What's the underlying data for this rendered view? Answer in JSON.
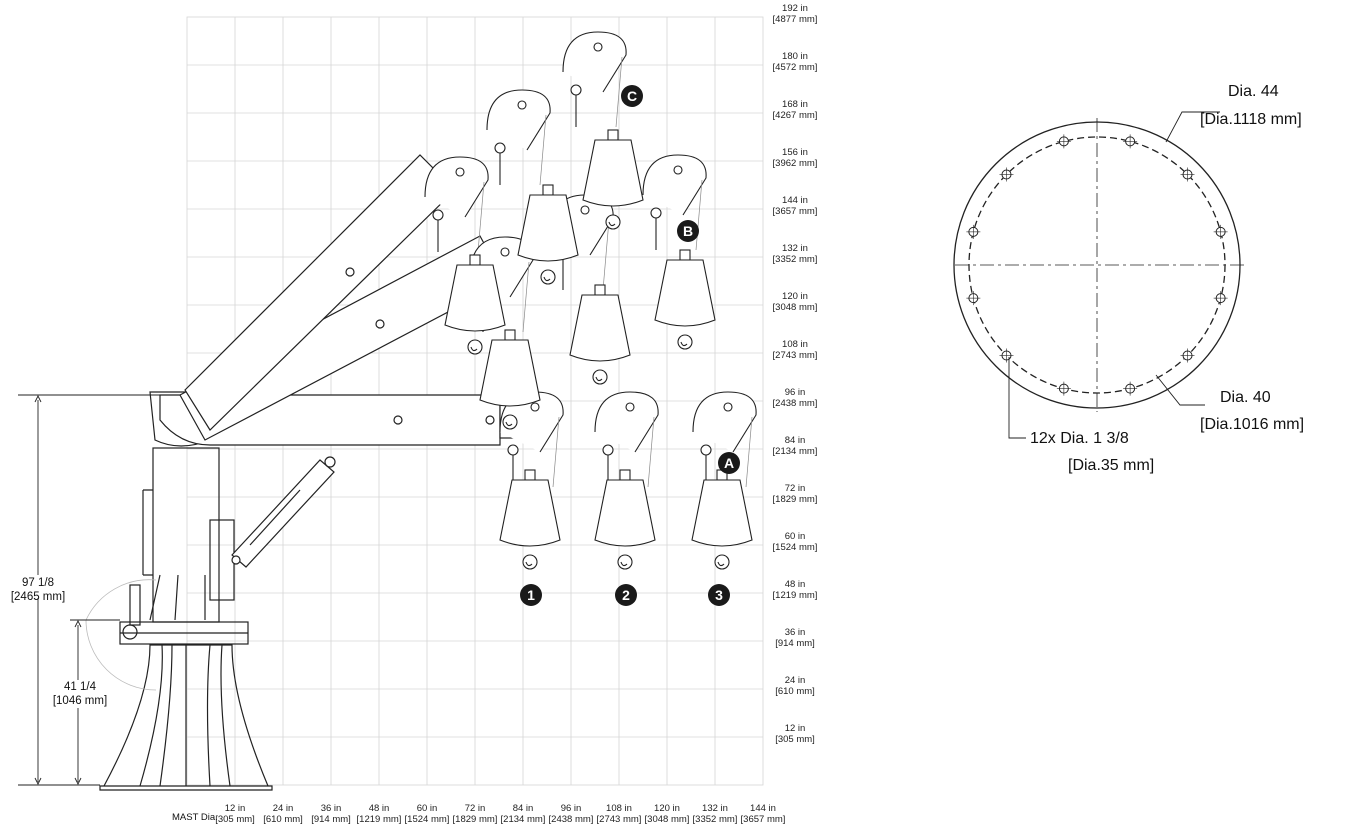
{
  "y_axis": {
    "ticks": [
      {
        "in": "192 in",
        "mm": "[4877 mm]"
      },
      {
        "in": "180 in",
        "mm": "[4572 mm]"
      },
      {
        "in": "168 in",
        "mm": "[4267 mm]"
      },
      {
        "in": "156 in",
        "mm": "[3962 mm]"
      },
      {
        "in": "144 in",
        "mm": "[3657 mm]"
      },
      {
        "in": "132 in",
        "mm": "[3352 mm]"
      },
      {
        "in": "120 in",
        "mm": "[3048 mm]"
      },
      {
        "in": "108 in",
        "mm": "[2743 mm]"
      },
      {
        "in": "96 in",
        "mm": "[2438 mm]"
      },
      {
        "in": "84 in",
        "mm": "[2134 mm]"
      },
      {
        "in": "72 in",
        "mm": "[1829 mm]"
      },
      {
        "in": "60 in",
        "mm": "[1524 mm]"
      },
      {
        "in": "48 in",
        "mm": "[1219 mm]"
      },
      {
        "in": "36 in",
        "mm": "[914 mm]"
      },
      {
        "in": "24 in",
        "mm": "[610 mm]"
      },
      {
        "in": "12 in",
        "mm": "[305 mm]"
      }
    ]
  },
  "x_axis": {
    "origin_label": "MAST Dia.",
    "ticks": [
      {
        "in": "12 in",
        "mm": "[305 mm]"
      },
      {
        "in": "24 in",
        "mm": "[610 mm]"
      },
      {
        "in": "36 in",
        "mm": "[914 mm]"
      },
      {
        "in": "48 in",
        "mm": "[1219 mm]"
      },
      {
        "in": "60 in",
        "mm": "[1524 mm]"
      },
      {
        "in": "72 in",
        "mm": "[1829 mm]"
      },
      {
        "in": "84 in",
        "mm": "[2134 mm]"
      },
      {
        "in": "96 in",
        "mm": "[2438 mm]"
      },
      {
        "in": "108 in",
        "mm": "[2743 mm]"
      },
      {
        "in": "120 in",
        "mm": "[3048 mm]"
      },
      {
        "in": "132 in",
        "mm": "[3352 mm]"
      },
      {
        "in": "144 in",
        "mm": "[3657 mm]"
      }
    ]
  },
  "dimensions": {
    "total_height": {
      "in": "97 1/8",
      "mm": "[2465 mm]"
    },
    "base_height": {
      "in": "41 1/4",
      "mm": "[1046 mm]"
    }
  },
  "positions": {
    "numbered": [
      "1",
      "2",
      "3"
    ],
    "lettered": [
      "A",
      "B",
      "C"
    ]
  },
  "flange": {
    "outer_dia": "Dia. 44",
    "outer_dia_mm": "[Dia.1118 mm]",
    "bolt_circle_dia": "Dia. 40",
    "bolt_circle_dia_mm": "[Dia.1016 mm]",
    "holes": "12x Dia. 1 3/8",
    "holes_mm": "[Dia.35 mm]"
  }
}
